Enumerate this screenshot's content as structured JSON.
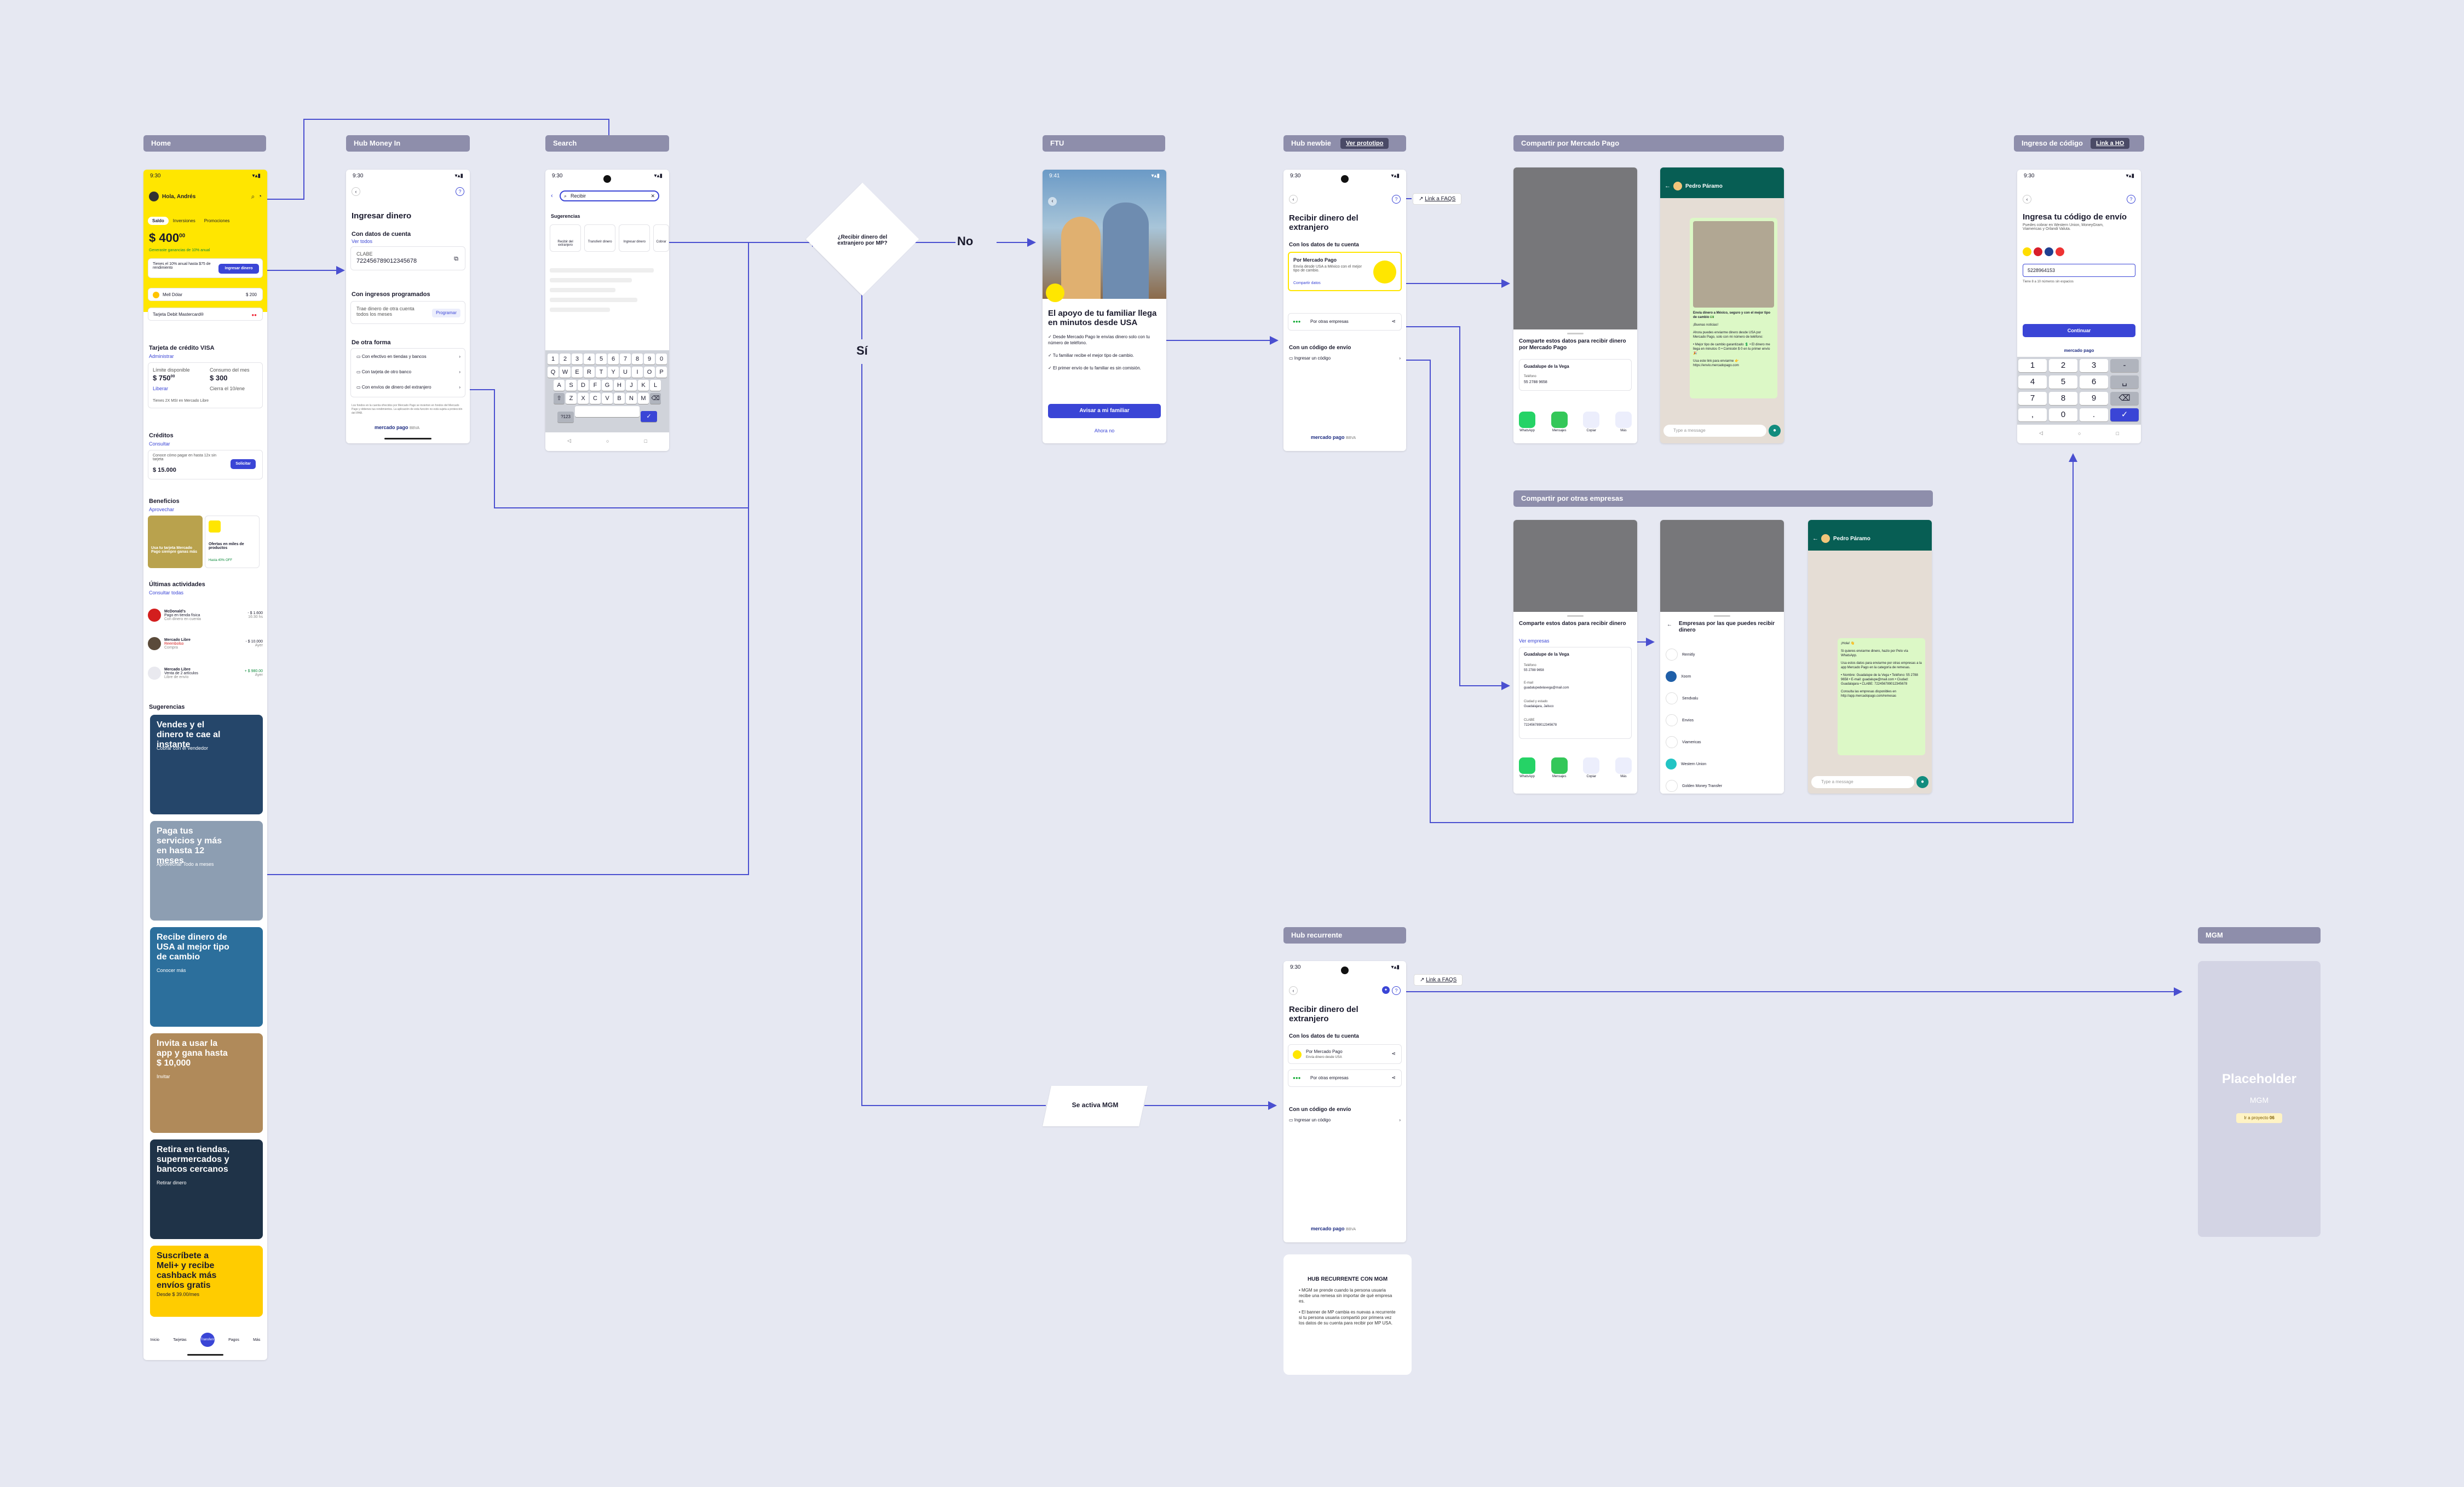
{
  "frames": {
    "home": "Home",
    "hub_money_in": "Hub Money In",
    "search": "Search",
    "ftu": "FTU",
    "hub_newbie": "Hub newbie",
    "hub_newbie_tag": "Ver prototipo",
    "share_mp": "Compartir por Mercado Pago",
    "share_other": "Compartir por otras empresas",
    "code_entry": "Ingreso de código",
    "code_entry_tag": "Link a HO",
    "hub_recurrente": "Hub recurrente",
    "mgm": "MGM"
  },
  "flow": {
    "decision": "¿Recibir dinero del extranjero por MP?",
    "no": "No",
    "si": "Sí",
    "mgm_activation": "Se activa MGM",
    "link_faqs": "Link a FAQS",
    "link_faqs_2": "Link a FAQS"
  },
  "home": {
    "time": "9:30",
    "greeting": "Hola, Andrés",
    "tabs": [
      "Saldo",
      "Inversiones",
      "Promociones"
    ],
    "balance": "$ 400",
    "balance_cents": "00",
    "balance_note": "Generaste ganancias de 10% anual",
    "promo_text": "Tienes el 10% anual hasta $75 de rendimiento",
    "promo_btn": "Ingresar dinero",
    "wallet_row": "Mell Dólar",
    "wallet_value": "$ 200",
    "card_row": "Tarjeta Debit Mastercard®",
    "credit_title": "Tarjeta de crédito VISA",
    "credit_link": "Administrar",
    "credit_available_label": "Límite disponible",
    "credit_available": "$ 750",
    "credit_available_cents": "00",
    "credit_consumed_label": "Consumo del mes",
    "credit_consumed": "$ 300",
    "credit_link2": "Liberar",
    "credit_due": "Cierra el 10/ene",
    "credit_note": "Tienes 2X MSI en Mercado Libre",
    "loans_title": "Créditos",
    "loans_link": "Consultar",
    "loans_text": "Conoce cómo pagar en hasta 12x sin tarjeta",
    "loans_value": "$ 15.000",
    "loans_btn": "Solicitar",
    "benefits_title": "Beneficios",
    "benefits_link": "Aprovechar",
    "benefit1": "Usa tu tarjeta Mercado Pago siempre ganas más",
    "benefit2": "Ofertas en miles de productos",
    "benefit2_tag": "Hasta 40% OFF",
    "activity_title": "Últimas actividades",
    "activity_link": "Consultar todas",
    "activities": [
      {
        "name": "McDonald's",
        "desc": "Pago en tienda física",
        "sub": "Con dinero en cuenta",
        "amount": "- $ 1.600",
        "date": "16:30 hs"
      },
      {
        "name": "Mercado Libre",
        "desc": "Reembolso",
        "sub": "Compra",
        "amount": "- $ 10.000",
        "date": "Ayer"
      },
      {
        "name": "Mercado Libre",
        "desc": "Venta de 2 artículos",
        "sub": "Libre de envío",
        "amount": "+ $ 980.00",
        "date": "Ayer"
      }
    ],
    "suggestions_title": "Sugerencias",
    "suggestions": [
      {
        "title": "Vendes y el dinero te cae al instante",
        "sub": "Cobrar con el vendedor"
      },
      {
        "title": "Paga tus servicios y más en hasta 12 meses",
        "sub": "Aprovechar Todo a meses"
      },
      {
        "title": "Recibe dinero de USA al mejor tipo de cambio",
        "sub": "Conocer más"
      },
      {
        "title": "Invita a usar la app y gana hasta $ 10,000",
        "sub": "Invitar"
      },
      {
        "title": "Retira en tiendas, supermercados y bancos cercanos",
        "sub": "Retirar dinero"
      },
      {
        "title": "Suscríbete a Meli+ y recibe cashback más envíos gratis",
        "sub": "Desde $ 39.00/mes"
      }
    ],
    "nav": [
      "Inicio",
      "Tarjetas",
      "Transferir",
      "Pagos",
      "Más"
    ]
  },
  "hub_money_in": {
    "time": "9:30",
    "title": "Ingresar dinero",
    "sec1": "Con datos de cuenta",
    "sec1_link": "Ver todos",
    "clabe_label": "CLABE",
    "clabe": "722456789012345678",
    "sec2": "Con ingresos programados",
    "sec2_text": "Trae dinero de otra cuenta todos los meses",
    "sec2_btn": "Programar",
    "sec3": "De otra forma",
    "options": [
      "Con efectivo en tiendas y bancos",
      "Con tarjeta de otro banco",
      "Con envíos de dinero del extranjero"
    ],
    "footer": "Los fondos en la cuenta ofrecidos por Mercado Pago se invierten en fondos del Mercado Pago y obtienes tus rendimientos. La aplicación de esta función no está sujeta a protección del IPAB.",
    "brand": "mercado pago",
    "brand_suffix": "BBVA"
  },
  "search": {
    "time": "9:30",
    "query": "Recibir",
    "sug_title": "Sugerencias",
    "chips": [
      "Recibir del extranjero",
      "Transferir dinero",
      "Ingresar dinero",
      "Cobrar"
    ],
    "keys_num": [
      "1",
      "2",
      "3",
      "4",
      "5",
      "6",
      "7",
      "8",
      "9",
      "0"
    ],
    "keys_r1": [
      "Q",
      "W",
      "E",
      "R",
      "T",
      "Y",
      "U",
      "I",
      "O",
      "P"
    ],
    "keys_r2": [
      "A",
      "S",
      "D",
      "F",
      "G",
      "H",
      "J",
      "K",
      "L"
    ],
    "keys_r3": [
      "Z",
      "X",
      "C",
      "V",
      "B",
      "N",
      "M"
    ],
    "key_special": "?123"
  },
  "ftu": {
    "time": "9:41",
    "title": "El apoyo de tu familiar llega en minutos desde USA",
    "bullets": [
      "Desde Mercado Pago le envías dinero solo con tu número de teléfono.",
      "Tu familiar recibe el mejor tipo de cambio.",
      "El primer envío de tu familiar es sin comisión."
    ],
    "cta": "Avisar a mi familiar",
    "secondary": "Ahora no"
  },
  "hub_newbie": {
    "time": "9:30",
    "title": "Recibir dinero del extranjero",
    "sec1": "Con los datos de tu cuenta",
    "mp_title": "Por Mercado Pago",
    "mp_text": "Envía desde USA a México con el mejor tipo de cambio.",
    "mp_link": "Compartir datos",
    "other": "Por otras empresas",
    "sec2": "Con un código de envío",
    "code_row": "Ingresar un código",
    "brand": "mercado pago",
    "brand_suffix": "BBVA"
  },
  "share_mp": {
    "sheet_title": "Comparte estos datos para recibir dinero por Mercado Pago",
    "name": "Guadalupe de la Vega",
    "field_label": "Teléfono",
    "field_value": "55 2788 9658",
    "share_apps": [
      "WhatsApp",
      "Mensajes",
      "Copiar",
      "Más"
    ],
    "chat_name": "Pedro Páramo",
    "chat_text1": "Envía dinero a México, seguro y con el mejor tipo de cambio 💵",
    "chat_text2": "¡Buenas noticias!",
    "chat_text3": "Ahora puedes enviarme dinero desde USA por Mercado Pago, solo con mi número de teléfono:",
    "chat_text4": "• Mejor tipo de cambio garantizado 💲 • El dinero me llega en minutos ⏱ • Comisión $ 0 en tu primer envío 🎉",
    "chat_text5": "Usa este link para enviarme 👉 https://envio.mercadopago.com",
    "chat_input": "Type a message"
  },
  "share_other": {
    "sheet_title": "Comparte estos datos para recibir dinero",
    "sheet_link": "Ver empresas",
    "name": "Guadalupe de la Vega",
    "fields": [
      {
        "label": "Teléfono",
        "value": "55 2788 9658"
      },
      {
        "label": "E-mail",
        "value": "guadalupedelavega@mail.com"
      },
      {
        "label": "Ciudad y estado",
        "value": "Guadalajara, Jalisco"
      },
      {
        "label": "CLABE",
        "value": "722456789012345678"
      }
    ],
    "share_apps": [
      "WhatsApp",
      "Mensajes",
      "Copiar",
      "Más"
    ],
    "companies_title": "Empresas por las que puedes recibir dinero",
    "companies": [
      "Remitly",
      "Xoom",
      "Sendvalu",
      "Envios",
      "Viamericas",
      "Western Union",
      "Golden Money Transfer"
    ],
    "chat_name": "Pedro Páramo",
    "chat_text1": "¡Hola! 👋",
    "chat_text2": "Si quieres enviarme dinero, hazlo por Pelo vía WhatsApp.",
    "chat_text3": "Usa estos datos para enviarme por otras empresas a la app Mercado Pago en la categoría de remesas.",
    "chat_text4": "• Nombre: Guadalupe de la Vega • Teléfono: 55 2788 9658 • E-mail: guadalupe@mail.com • Ciudad: Guadalajara • CLABE: 722456789012345678",
    "chat_text5": "Consulta las empresas disponibles en http://app.mercadopago.com/remesas",
    "chat_input": "Type a message"
  },
  "code_entry": {
    "time": "9:30",
    "title": "Ingresa tu código de envío",
    "subtitle": "Puedes cobrar en Western Union, MoneyGram, Viamericas y Orlandi Valuta.",
    "input": "5228964153",
    "hint": "Tiene 8 a 10 números sin espacios",
    "cta": "Continuar",
    "brand": "mercado pago",
    "keys": [
      "1",
      "2",
      "3",
      "-",
      "4",
      "5",
      "6",
      "␣",
      "7",
      "8",
      "9",
      "⌫",
      ",",
      "0",
      ".",
      "✓"
    ]
  },
  "hub_recurrente": {
    "time": "9:30",
    "title": "Recibir dinero del extranjero",
    "sec1": "Con los datos de tu cuenta",
    "mp_title": "Por Mercado Pago",
    "mp_text": "Envía dinero desde USA",
    "other": "Por otras empresas",
    "sec2": "Con un código de envío",
    "code_row": "Ingresar un código",
    "brand": "mercado pago",
    "brand_suffix": "BBVA"
  },
  "note": {
    "title": "HUB RECURRENTE CON MGM",
    "items": [
      "MGM se prende cuando la persona usuaria recibe una remesa sin importar de qué empresa es.",
      "El banner de MP cambia es nuevas a recurrente si tu persona usuaria compartió por primera vez los datos de su cuenta para recibir por MP USA."
    ]
  },
  "mgm": {
    "title": "Placeholder",
    "subtitle": "MGM",
    "badge": "Ir a proyecto",
    "badge_num": "06"
  },
  "colors": {
    "background": "#e6e8f2",
    "label": "#8e8eab",
    "accent": "#3a45d6",
    "connector": "#4a4fd0",
    "mp_yellow": "#ffe600",
    "wa_green": "#075e54"
  }
}
